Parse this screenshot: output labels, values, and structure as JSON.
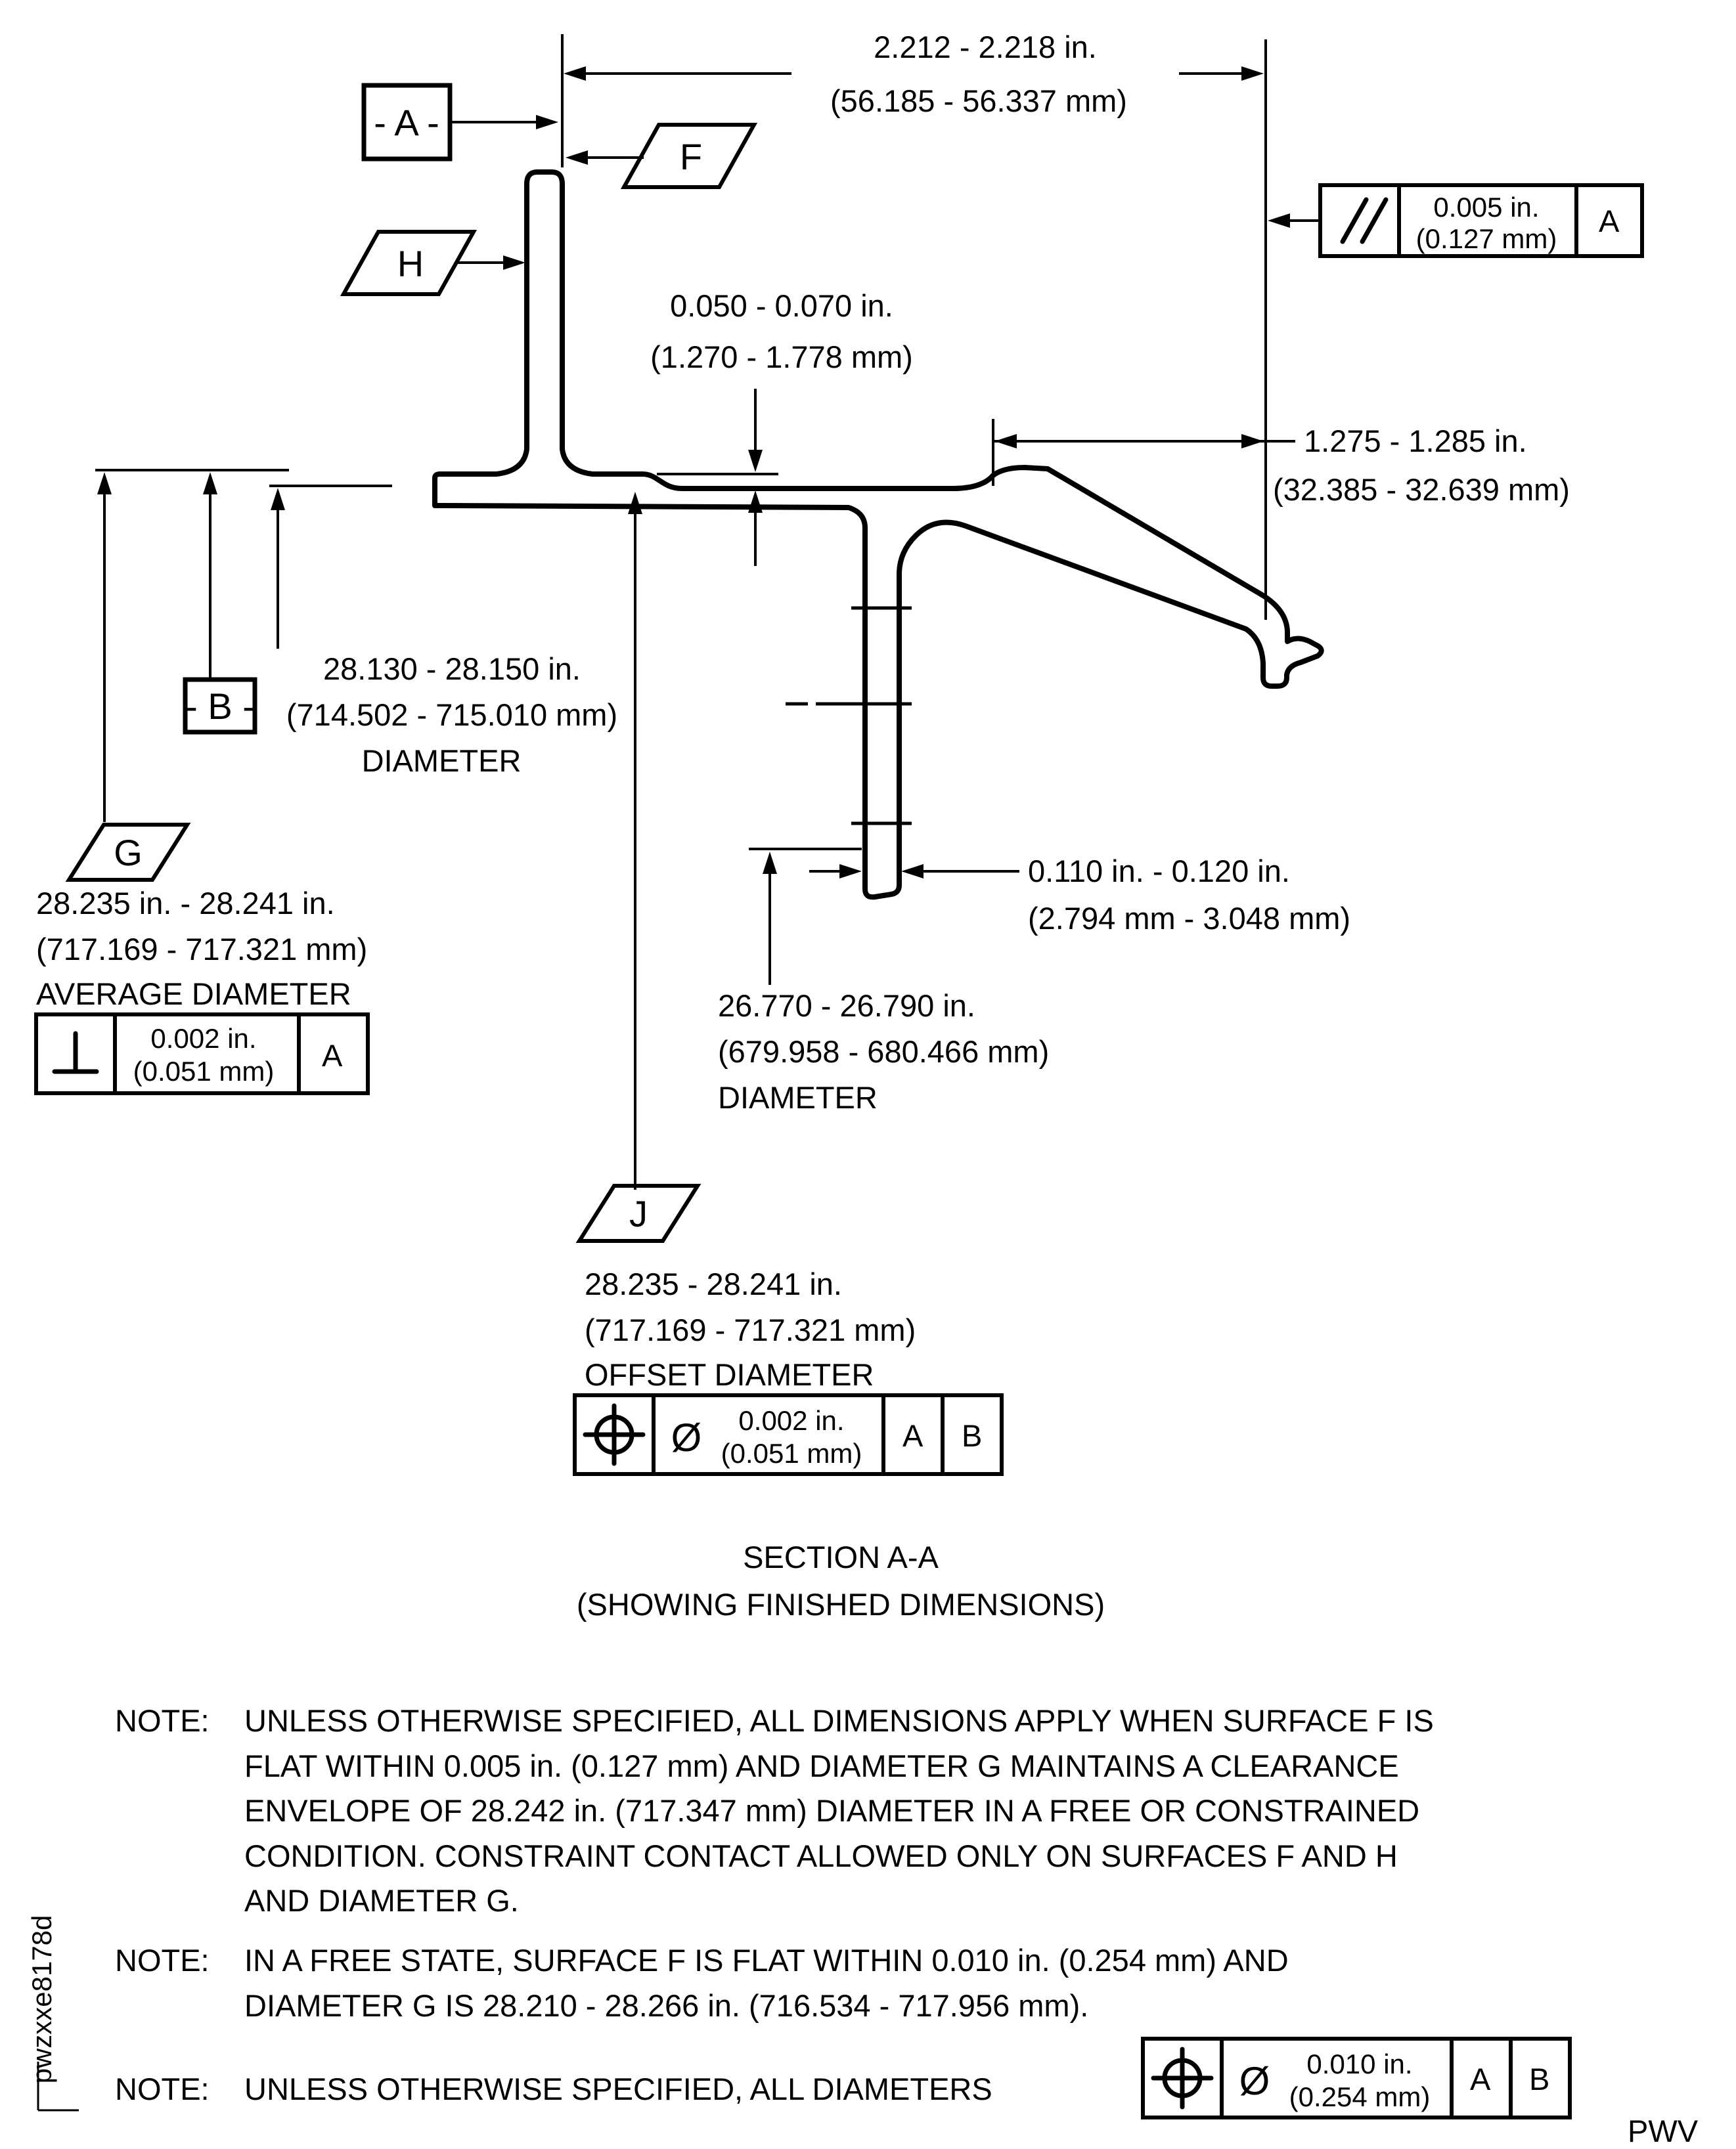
{
  "colors": {
    "ink": "#000000",
    "background": "#ffffff"
  },
  "dims": {
    "top": {
      "in": "2.212 - 2.218 in.",
      "mm": "(56.185 - 56.337 mm)"
    },
    "land": {
      "in": "1.275 - 1.285 in.",
      "mm": "(32.385 - 32.639 mm)"
    },
    "step": {
      "in": "0.050 - 0.070 in.",
      "mm": "(1.270 - 1.778 mm)"
    },
    "d28130": {
      "in": "28.130 - 28.150 in.",
      "mm": "(714.502 - 715.010 mm)",
      "label": "DIAMETER"
    },
    "avg": {
      "in": "28.235 in. - 28.241 in.",
      "mm": "(717.169 - 717.321 mm)",
      "label": "AVERAGE DIAMETER"
    },
    "wall": {
      "in": "0.110 in. - 0.120 in.",
      "mm": "(2.794 mm - 3.048 mm)"
    },
    "d26770": {
      "in": "26.770 - 26.790 in.",
      "mm": "(679.958 - 680.466 mm)",
      "label": "DIAMETER"
    },
    "offset": {
      "in": "28.235 - 28.241 in.",
      "mm": "(717.169 - 717.321 mm)",
      "label": "OFFSET DIAMETER"
    }
  },
  "datums": {
    "a": "- A -",
    "b": "- B -"
  },
  "flags": {
    "f": "F",
    "h": "H",
    "g": "G",
    "j": "J"
  },
  "fcf": {
    "parallel": {
      "value": "0.005 in.",
      "mm": "(0.127 mm)",
      "datum": "A"
    },
    "perp": {
      "value": "0.002 in.",
      "mm": "(0.051 mm)",
      "datum": "A"
    },
    "posj": {
      "dia": "Ø",
      "value": "0.002 in.",
      "mm": "(0.051 mm)",
      "d1": "A",
      "d2": "B"
    },
    "posn": {
      "dia": "Ø",
      "value": "0.010 in.",
      "mm": "(0.254 mm)",
      "d1": "A",
      "d2": "B"
    }
  },
  "section": {
    "title": "SECTION A-A",
    "subtitle": "(SHOWING FINISHED DIMENSIONS)"
  },
  "notes": {
    "label": "NOTE:",
    "n1": [
      "UNLESS OTHERWISE SPECIFIED, ALL DIMENSIONS APPLY WHEN SURFACE F IS",
      "FLAT WITHIN 0.005 in. (0.127 mm) AND DIAMETER G MAINTAINS A CLEARANCE",
      "ENVELOPE OF 28.242 in. (717.347 mm) DIAMETER IN A FREE OR CONSTRAINED",
      "CONDITION. CONSTRAINT CONTACT ALLOWED ONLY ON SURFACES F AND H",
      "AND DIAMETER G."
    ],
    "n2": [
      "IN A FREE STATE, SURFACE F IS FLAT WITHIN 0.010 in. (0.254 mm) AND",
      "DIAMETER G IS 28.210 - 28.266 in. (716.534 - 717.956 mm)."
    ],
    "n3": "UNLESS OTHERWISE SPECIFIED, ALL DIAMETERS"
  },
  "footer": {
    "code": "PWV",
    "watermark": "pwzxxe8178d"
  }
}
